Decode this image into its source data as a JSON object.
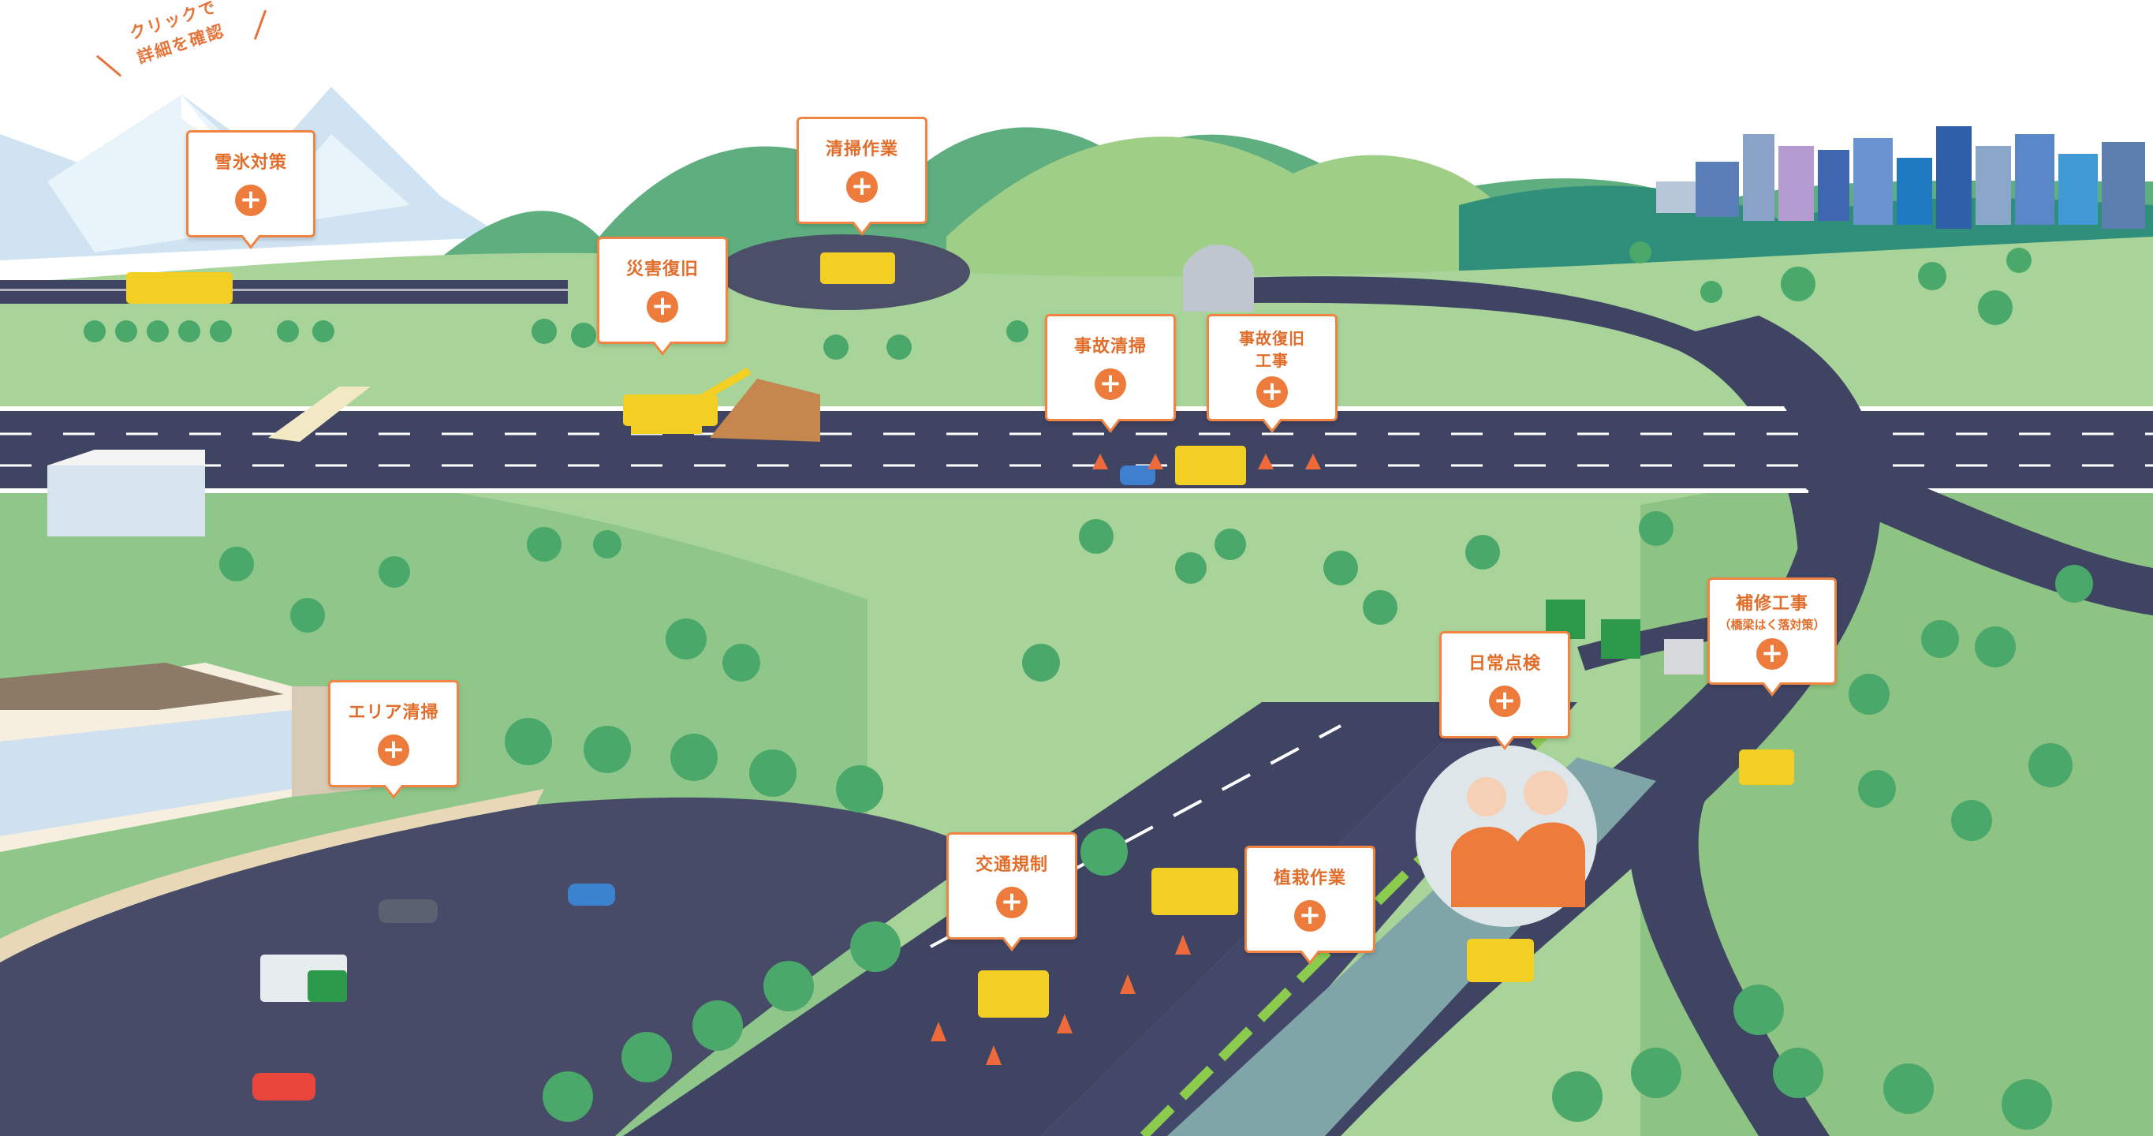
{
  "hint": {
    "line1": "クリックで",
    "line2": "詳細を確認"
  },
  "callouts": {
    "snow": {
      "label": "雪氷対策"
    },
    "cleaning": {
      "label": "清掃作業"
    },
    "disaster": {
      "label": "災害復旧"
    },
    "accident_clean": {
      "label": "事故清掃"
    },
    "accident_recovery": {
      "label": "事故復旧\n工事"
    },
    "repair": {
      "label": "補修工事",
      "sub": "（橋梁はく落対策）"
    },
    "daily_inspection": {
      "label": "日常点検"
    },
    "area_clean": {
      "label": "エリア清掃"
    },
    "traffic": {
      "label": "交通規制"
    },
    "planting": {
      "label": "植栽作業"
    }
  },
  "plus_symbol": "+",
  "colors": {
    "accent": "#ec7b3c",
    "road": "#3f4463",
    "grass": "#a5d39b",
    "hill_dark": "#4aa77c",
    "sky": "#ffffff"
  }
}
